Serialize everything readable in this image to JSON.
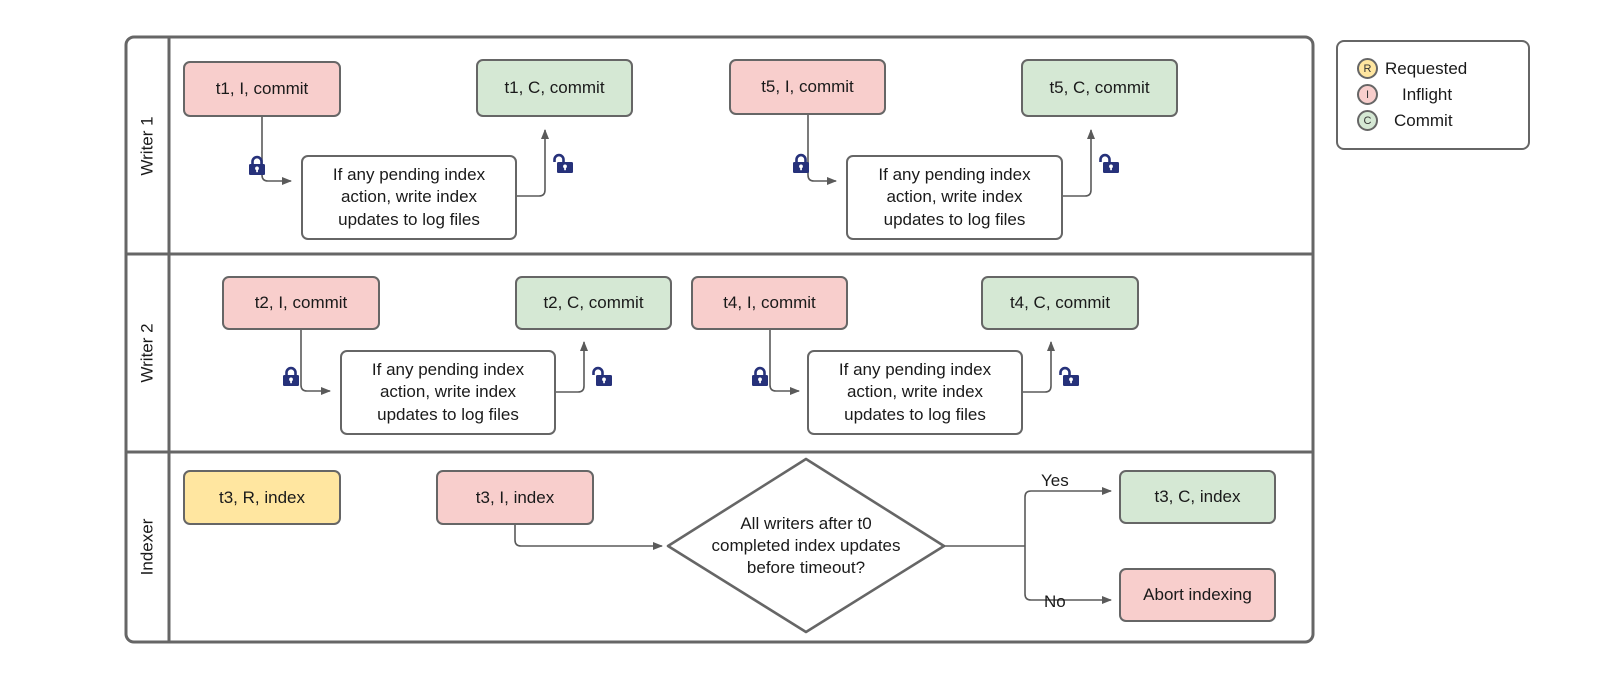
{
  "diagram": {
    "title_visible": false,
    "colors": {
      "inflight_fill": "#f8cecc",
      "commit_fill": "#d5e8d4",
      "requested_fill": "#ffe6a0",
      "plain_fill": "#ffffff",
      "stroke": "#666666",
      "lock": "#26317a",
      "text": "#1a1a1a"
    }
  },
  "lanes": [
    {
      "id": "writer1",
      "label": "Writer 1"
    },
    {
      "id": "writer2",
      "label": "Writer 2"
    },
    {
      "id": "indexer",
      "label": "Indexer"
    }
  ],
  "writer1": {
    "t1_inflight": "t1, I, commit",
    "t1_commit": "t1, C, commit",
    "t5_inflight": "t5, I, commit",
    "t5_commit": "t5, C, commit",
    "process_a": "If any pending index action, write index updates to log files",
    "process_b": "If any pending index action, write index updates to log files"
  },
  "writer2": {
    "t2_inflight": "t2, I, commit",
    "t2_commit": "t2, C, commit",
    "t4_inflight": "t4, I, commit",
    "t4_commit": "t4, C, commit",
    "process_a": "If any pending index action, write index updates to log files",
    "process_b": "If any pending index action, write index updates to log files"
  },
  "indexer": {
    "t3_requested": "t3, R, index",
    "t3_inflight": "t3, I, index",
    "decision": "All writers after t0 completed index updates before timeout?",
    "decision_lines": [
      "All writers after t0",
      "completed index updates",
      "before timeout?"
    ],
    "yes_label": "Yes",
    "no_label": "No",
    "t3_commit": "t3, C, index",
    "abort": "Abort indexing"
  },
  "legend": {
    "items": [
      {
        "badge": "R",
        "label": "Requested",
        "color": "#ffe6a0"
      },
      {
        "badge": "I",
        "label": "Inflight",
        "color": "#f8cecc"
      },
      {
        "badge": "C",
        "label": "Commit",
        "color": "#d5e8d4"
      }
    ]
  },
  "icons": {
    "lock_closed": "lock-closed-icon",
    "lock_open": "lock-open-icon"
  }
}
